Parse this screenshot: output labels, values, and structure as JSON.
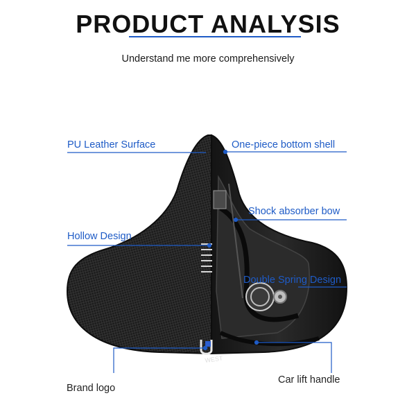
{
  "header": {
    "title": "PRODUCT ANALYSIS",
    "subtitle": "Understand me more comprehensively"
  },
  "colors": {
    "accent": "#1e5bc6",
    "text": "#111111",
    "saddle": "#1b1b1b"
  },
  "callouts": {
    "pu_leather": "PU Leather Surface",
    "hollow_design": "Hollow Design",
    "brand_logo": "Brand logo",
    "bottom_shell": "One-piece bottom shell",
    "shock_bow": "Shock absorber bow",
    "double_spring": "Double Spring Design",
    "lift_handle": "Car lift handle"
  },
  "product": {
    "brand_mark": "WEST"
  }
}
